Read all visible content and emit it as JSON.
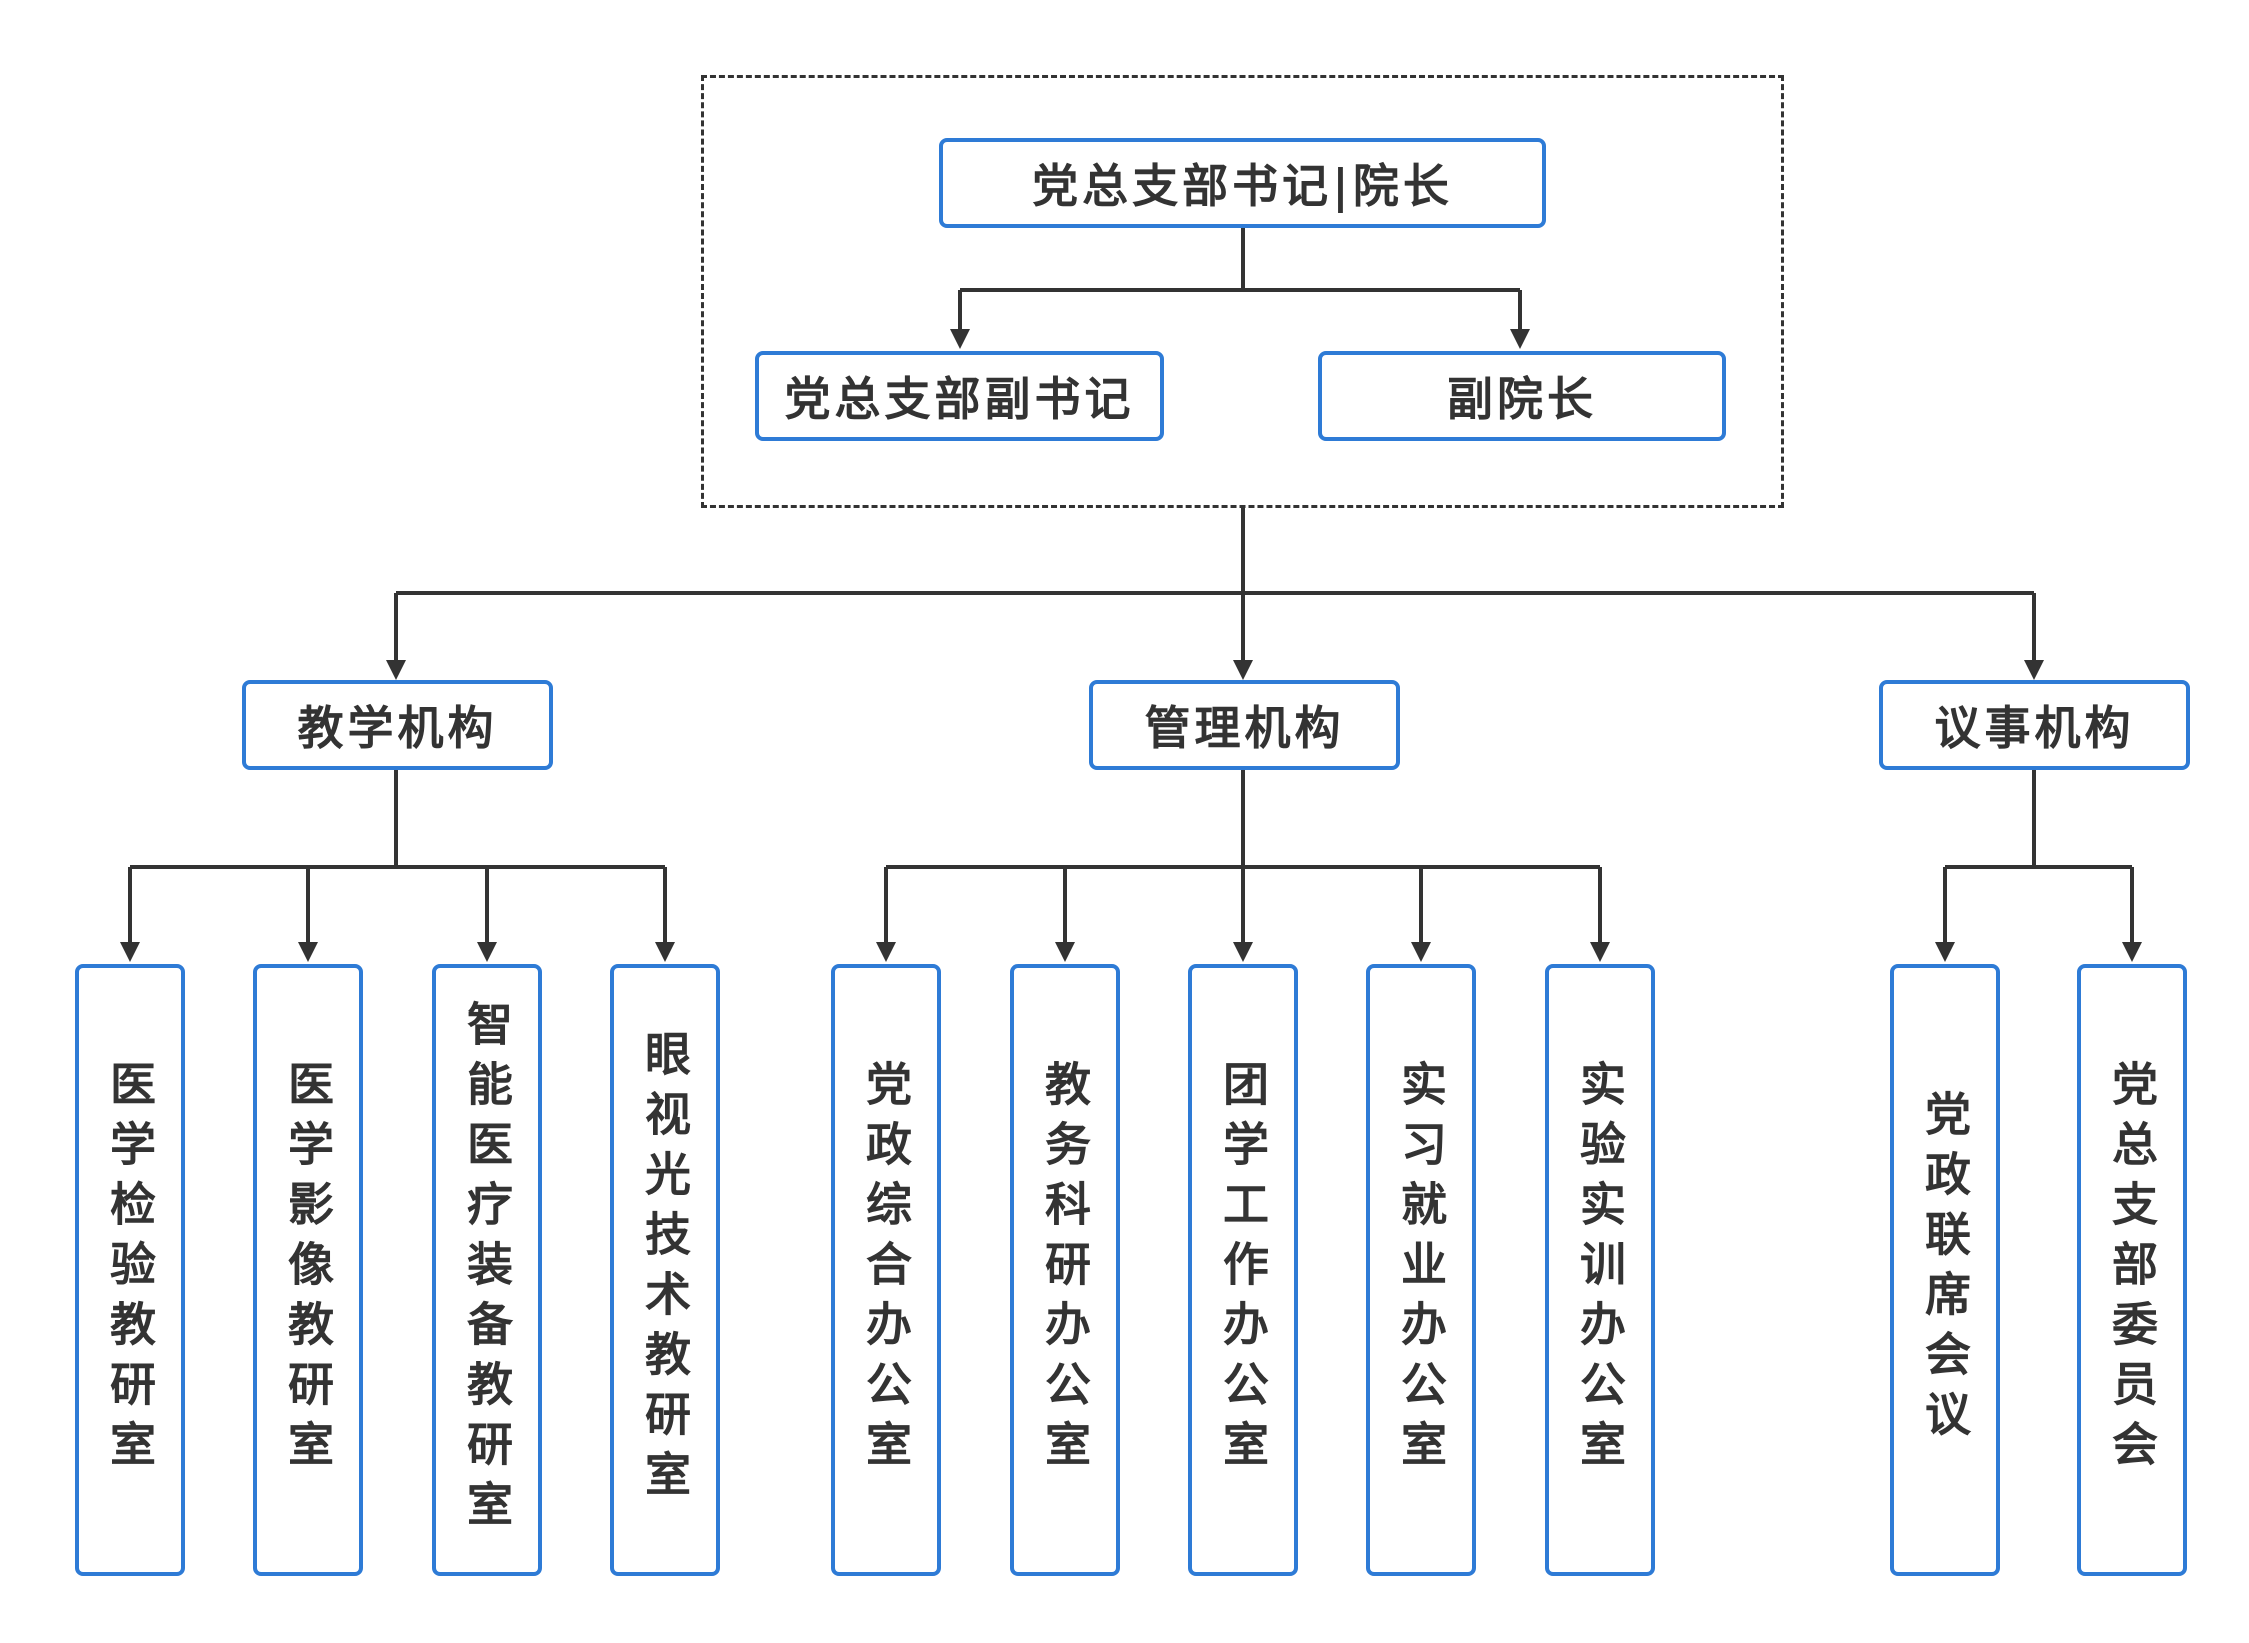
{
  "diagram": {
    "leadership": {
      "top": "党总支部书记|院长",
      "deputy_secretary": "党总支部副书记",
      "vice_president": "副院长"
    },
    "branches": [
      {
        "label": "教学机构",
        "units": [
          "医学检验教研室",
          "医学影像教研室",
          "智能医疗装备教研室",
          "眼视光技术教研室"
        ]
      },
      {
        "label": "管理机构",
        "units": [
          "党政综合办公室",
          "教务科研办公室",
          "团学工作办公室",
          "实习就业办公室",
          "实验实训办公室"
        ]
      },
      {
        "label": "议事机构",
        "units": [
          "党政联席会议",
          "党总支部委员会"
        ]
      }
    ]
  },
  "colors": {
    "node_border": "#2e7bd6",
    "connector": "#333333",
    "text": "#333333"
  }
}
